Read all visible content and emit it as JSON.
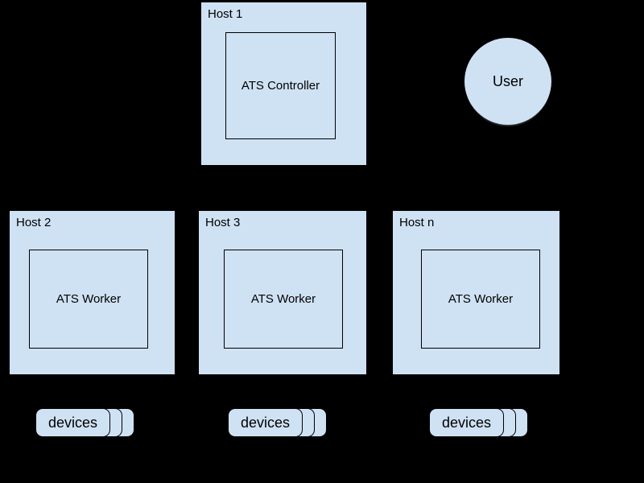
{
  "canvas": {
    "background_color": "#000000",
    "shape_fill_color": "#cfe2f3",
    "shape_border_color": "#000000"
  },
  "hosts": [
    {
      "label": "Host 1",
      "inner_label": "ATS Controller"
    },
    {
      "label": "Host 2",
      "inner_label": "ATS Worker"
    },
    {
      "label": "Host 3",
      "inner_label": "ATS Worker"
    },
    {
      "label": "Host n",
      "inner_label": "ATS Worker"
    }
  ],
  "user": {
    "label": "User"
  },
  "device_stacks": [
    {
      "label": "devices"
    },
    {
      "label": "devices"
    },
    {
      "label": "devices"
    }
  ]
}
